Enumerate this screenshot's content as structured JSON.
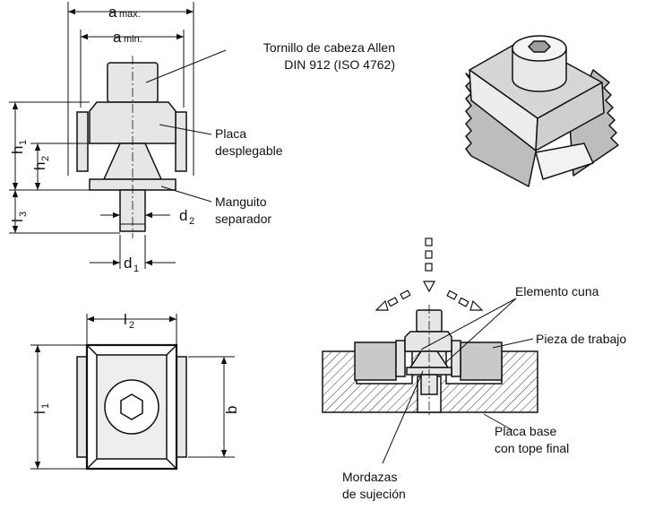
{
  "dimensions": {
    "a_max": {
      "symbol": "a",
      "sub": "max."
    },
    "a_min": {
      "symbol": "a",
      "sub": "min."
    },
    "h1": {
      "symbol": "h",
      "sub": "1"
    },
    "h2": {
      "symbol": "h",
      "sub": "2"
    },
    "l3": {
      "symbol": "l",
      "sub": "3"
    },
    "d1": {
      "symbol": "d",
      "sub": "1"
    },
    "d2": {
      "symbol": "d",
      "sub": "2"
    },
    "l2": {
      "symbol": "l",
      "sub": "2"
    },
    "l1": {
      "symbol": "l",
      "sub": "1"
    },
    "b": {
      "symbol": "b"
    }
  },
  "labels": {
    "screw_line1": "Tornillo de cabeza Allen",
    "screw_line2": "DIN 912 (ISO 4762)",
    "plate_line1": "Placa",
    "plate_line2": "desplegable",
    "sleeve_line1": "Manguito",
    "sleeve_line2": "separador",
    "wedge": "Elemento cuna",
    "workpiece": "Pieza de trabajo",
    "base_line1": "Placa base",
    "base_line2": "con tope final",
    "jaws_line1": "Mordazas",
    "jaws_line2": "de sujeción"
  },
  "colors": {
    "line": "#111111",
    "part_fill": "#e6e6e6",
    "workpiece_fill": "#c9c9c9",
    "hatch": "#333333"
  }
}
